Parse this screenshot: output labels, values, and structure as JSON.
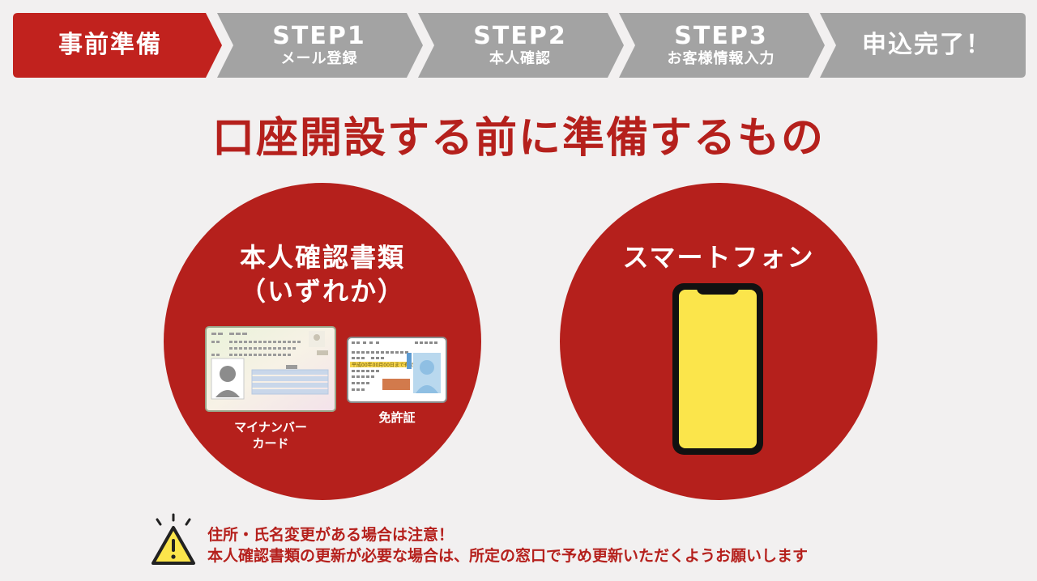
{
  "colors": {
    "accent": "#b5201c",
    "step_active": "#c1221e",
    "step_inactive": "#a3a3a3",
    "background": "#f2f0f0",
    "phone_screen": "#fbe54b"
  },
  "steps": [
    {
      "main": "事前準備",
      "sub": "",
      "active": true
    },
    {
      "main": "STEP1",
      "sub": "メール登録",
      "active": false
    },
    {
      "main": "STEP2",
      "sub": "本人確認",
      "active": false
    },
    {
      "main": "STEP3",
      "sub": "お客様情報入力",
      "active": false
    },
    {
      "main": "申込完了！",
      "sub": "",
      "active": false
    }
  ],
  "heading": "口座開設する前に準備するもの",
  "left_circle": {
    "title_line1": "本人確認書類",
    "title_line2": "（いずれか）",
    "mynumber_label_line1": "マイナンバー",
    "mynumber_label_line2": "カード",
    "license_label": "免許証",
    "license_inner_text": "平成00年00月00日まで有効"
  },
  "right_circle": {
    "title": "スマートフォン",
    "icon": "smartphone-icon"
  },
  "notice": {
    "icon": "warning-icon",
    "line1": "住所・氏名変更がある場合は注意！",
    "line2": "本人確認書類の更新が必要な場合は、所定の窓口で予め更新いただくようお願いします"
  }
}
